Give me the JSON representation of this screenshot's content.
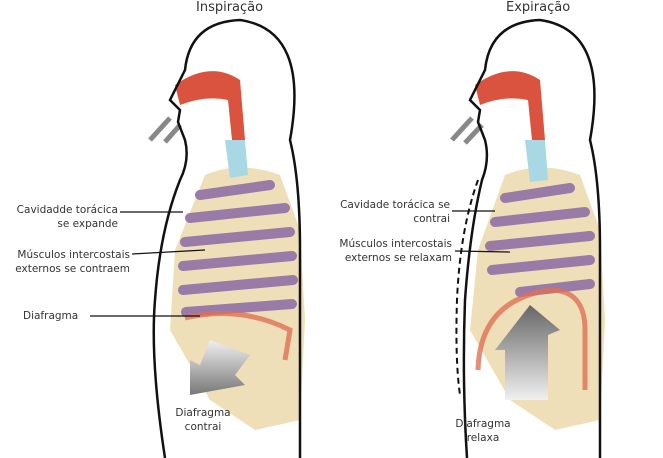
{
  "titles": {
    "inspiration": "Inspiração",
    "expiration": "Expiração"
  },
  "inspiration": {
    "cavity": [
      "Cavidadde torácica",
      "se expande"
    ],
    "muscles": [
      "Músculos intercostais",
      "externos se contraem"
    ],
    "diaphragm": "Diafragma",
    "diaphragm_action": [
      "Diafragma",
      "contrai"
    ]
  },
  "expiration": {
    "cavity": [
      "Cavidade torácica se",
      "contrai"
    ],
    "muscles": [
      "Músculos intercostais",
      "externos se relaxam"
    ],
    "diaphragm_action": [
      "Diafragma",
      "relaxa"
    ]
  },
  "colors": {
    "outline": "#111111",
    "bone": "#eedfb8",
    "lung": "#9a7aa6",
    "airway": "#d9533f",
    "trachea": "#a8d8e4",
    "arrow": "#8a8a8a"
  }
}
